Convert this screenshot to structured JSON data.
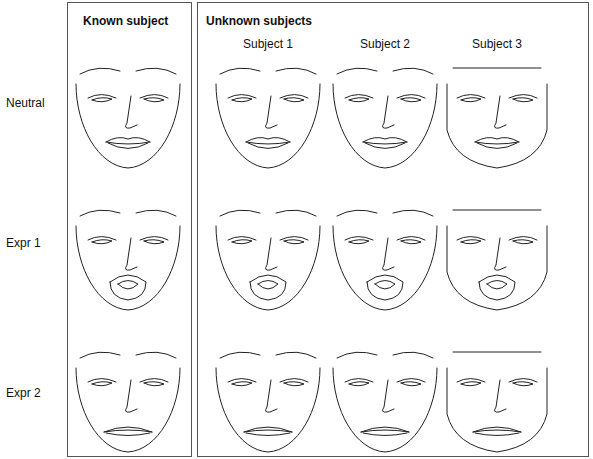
{
  "diagram": {
    "nodes": [
      {
        "text": [
          "Known subject"
        ]
      },
      {
        "text": [
          "Unknown subjects"
        ]
      }
    ],
    "labels": [
      "Subject 1",
      "Subject 2",
      "Subject 3",
      "Neutral",
      "Expr 1",
      "Expr 2"
    ]
  }
}
